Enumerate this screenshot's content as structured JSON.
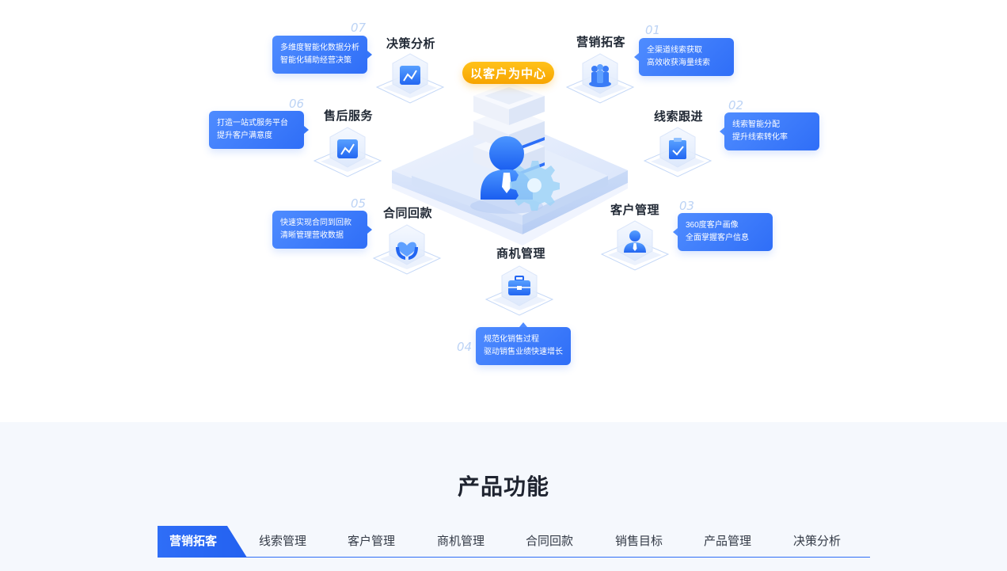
{
  "hero": {
    "center_label": "以客户为中心",
    "modules": [
      {
        "id": "marketing",
        "num": "01",
        "title": "营销拓客",
        "lines": [
          "全渠道线索获取",
          "高效收获海量线索"
        ],
        "icon": "people-group-icon"
      },
      {
        "id": "leads",
        "num": "02",
        "title": "线索跟进",
        "lines": [
          "线索智能分配",
          "提升线索转化率"
        ],
        "icon": "clipboard-check-icon"
      },
      {
        "id": "customer",
        "num": "03",
        "title": "客户管理",
        "lines": [
          "360度客户画像",
          "全面掌握客户信息"
        ],
        "icon": "user-tie-icon"
      },
      {
        "id": "opportunity",
        "num": "04",
        "title": "商机管理",
        "lines": [
          "规范化销售过程",
          "驱动销售业绩快速增长"
        ],
        "icon": "briefcase-icon"
      },
      {
        "id": "contract",
        "num": "05",
        "title": "合同回款",
        "lines": [
          "快速实现合同到回款",
          "清晰管理营收数据"
        ],
        "icon": "heart-hands-icon"
      },
      {
        "id": "aftersales",
        "num": "06",
        "title": "售后服务",
        "lines": [
          "打造一站式服务平台",
          "提升客户满意度"
        ],
        "icon": "chart-line-icon"
      },
      {
        "id": "decision",
        "num": "07",
        "title": "决策分析",
        "lines": [
          "多维度智能化数据分析",
          "智能化辅助经营决策"
        ],
        "icon": "chart-line-icon"
      }
    ]
  },
  "features": {
    "title": "产品功能",
    "tabs": [
      "营销拓客",
      "线索管理",
      "客户管理",
      "商机管理",
      "合同回款",
      "销售目标",
      "产品管理",
      "决策分析"
    ],
    "active_tab": 0
  },
  "colors": {
    "primary": "#2f6ef7",
    "accent": "#f7a400",
    "background_alt": "#f5f8fd"
  }
}
